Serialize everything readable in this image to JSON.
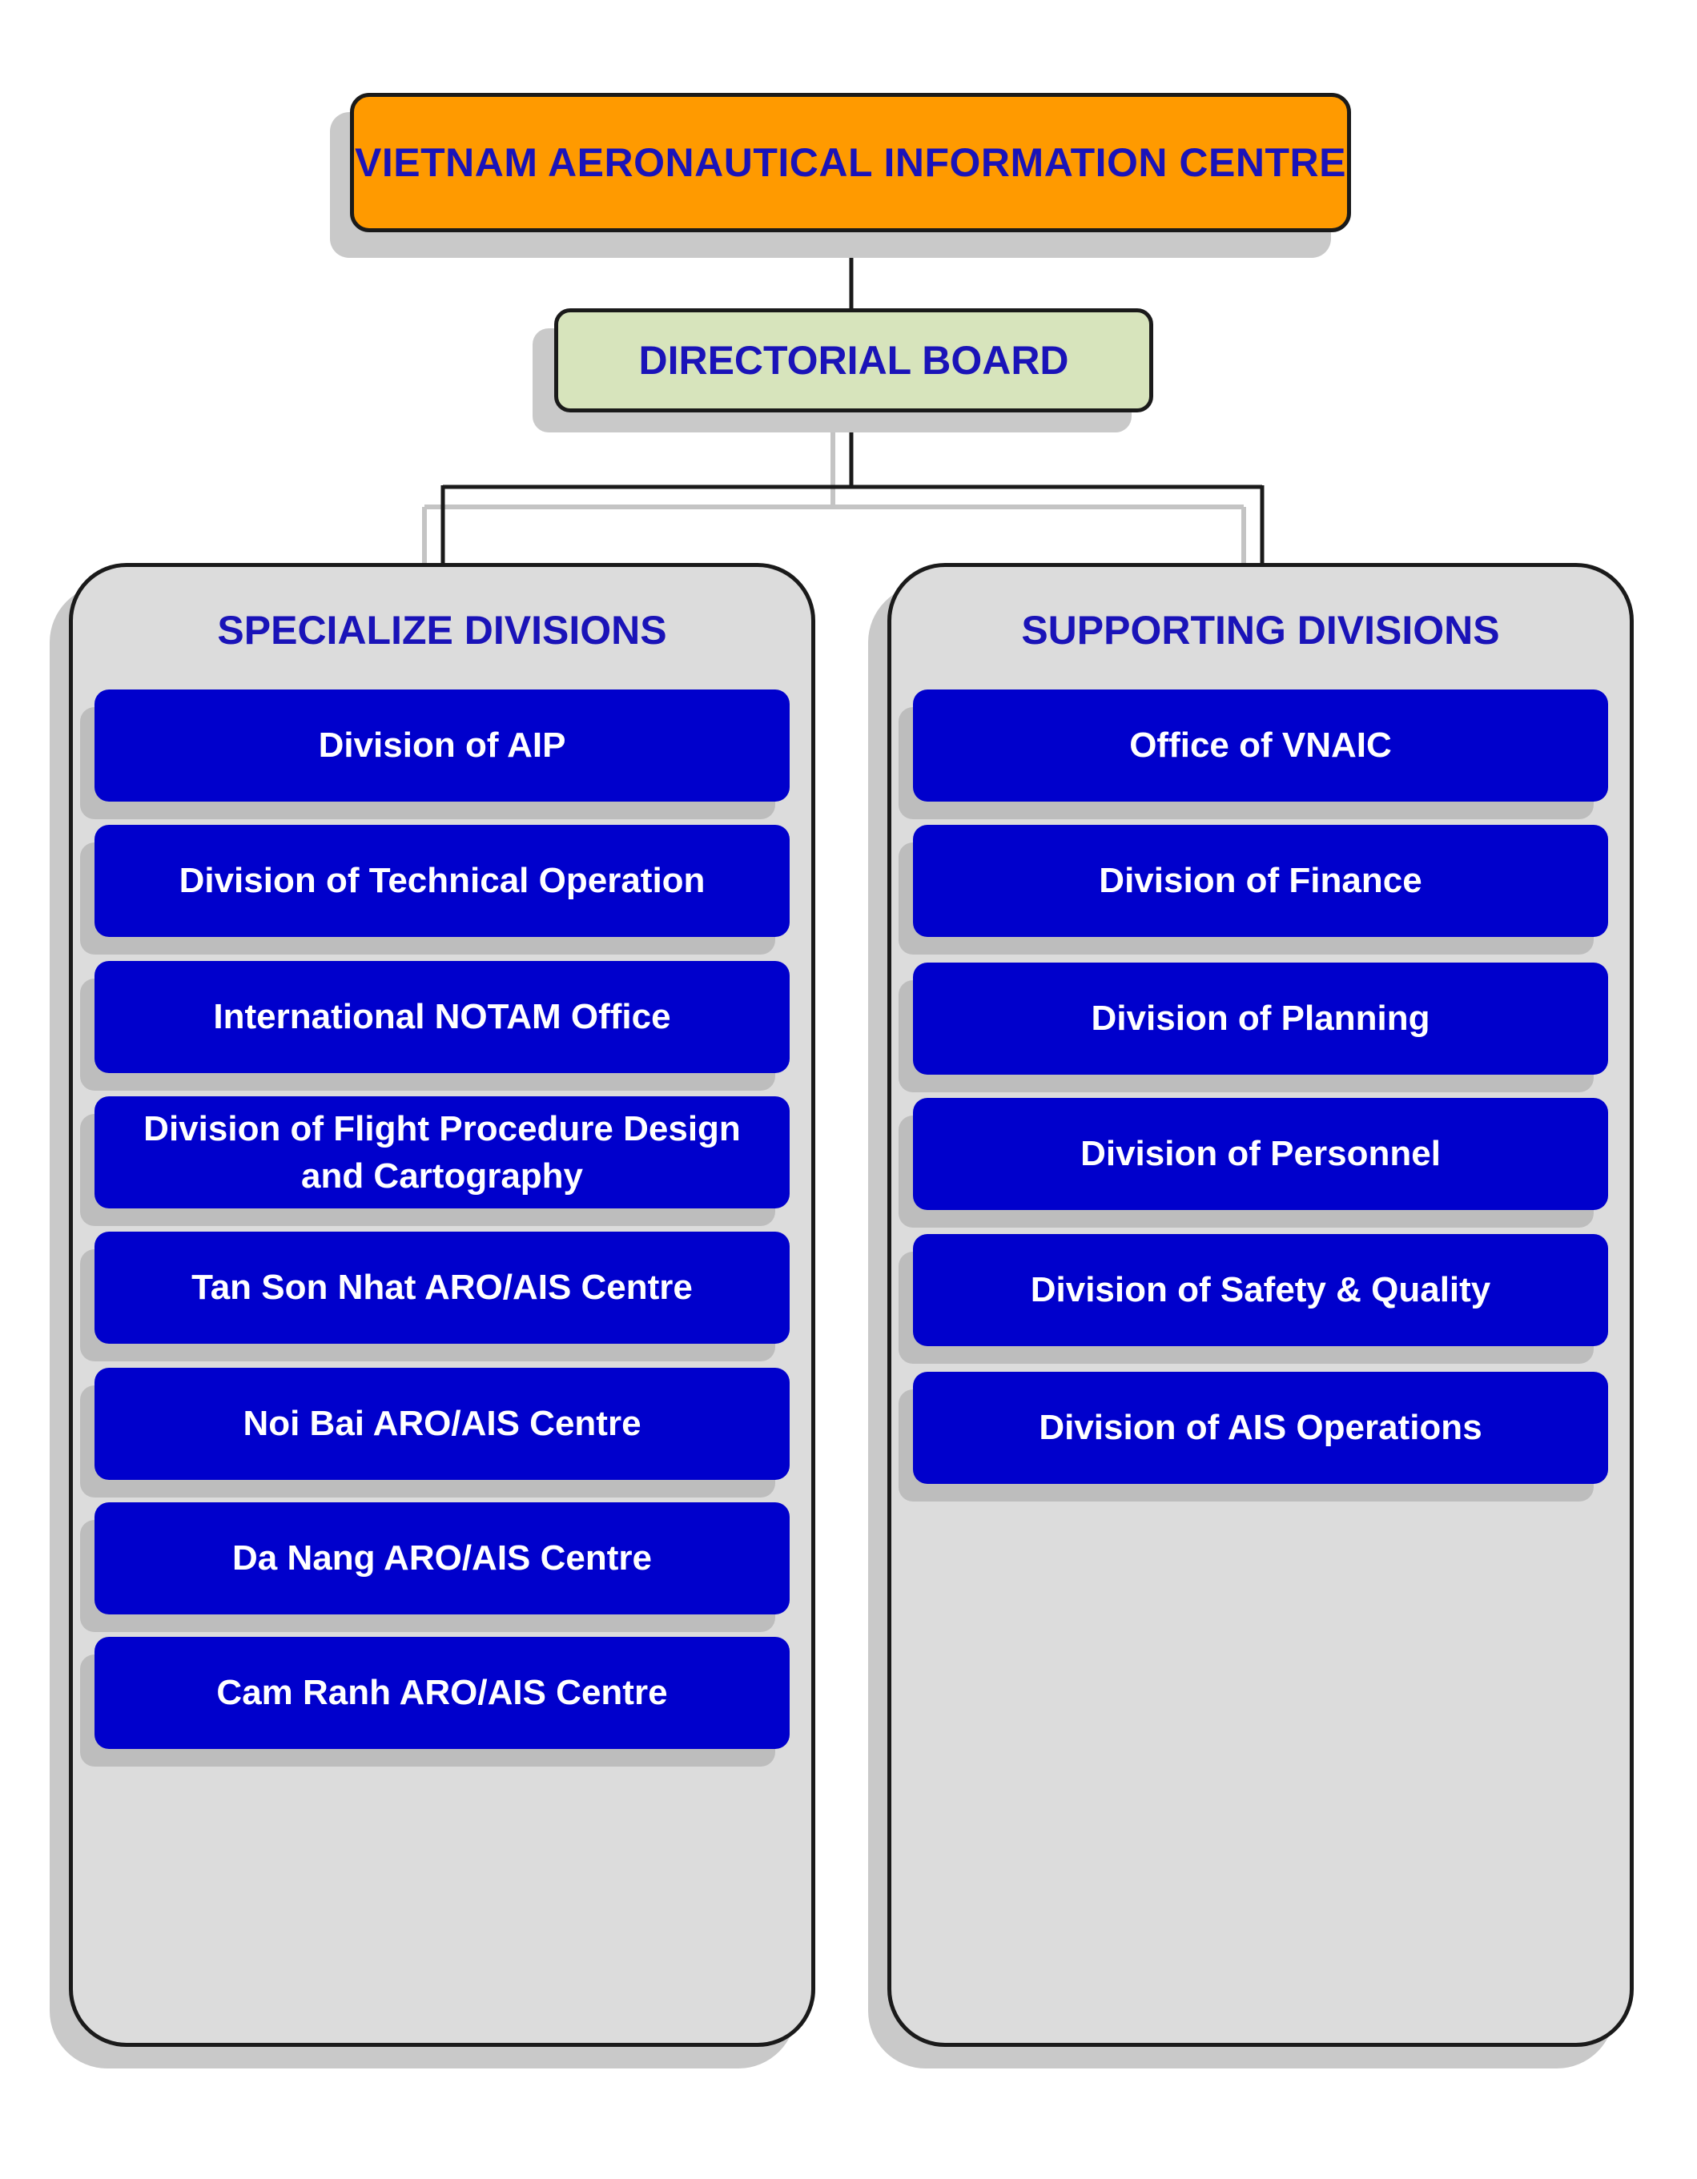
{
  "top": {
    "title": "VIETNAM AERONAUTICAL INFORMATION CENTRE"
  },
  "board": {
    "title": "DIRECTORIAL BOARD"
  },
  "left": {
    "title": "SPECIALIZE DIVISIONS",
    "items": [
      "Division of AIP",
      "Division of Technical Operation",
      "International NOTAM Office",
      "Division of Flight Procedure Design and Cartography",
      "Tan Son Nhat ARO/AIS Centre",
      "Noi Bai ARO/AIS Centre",
      "Da Nang ARO/AIS Centre",
      "Cam Ranh ARO/AIS Centre"
    ]
  },
  "right": {
    "title": "SUPPORTING DIVISIONS",
    "items": [
      "Office of VNAIC",
      "Division of Finance",
      "Division of Planning",
      "Division of Personnel",
      "Division of Safety & Quality",
      "Division of AIS Operations"
    ]
  },
  "colors": {
    "top_fill": "#ff9a00",
    "board_fill": "#d7e4bc",
    "panel_fill": "#dcdcdc",
    "item_fill": "#0000cc",
    "title_text": "#1a13b8"
  }
}
